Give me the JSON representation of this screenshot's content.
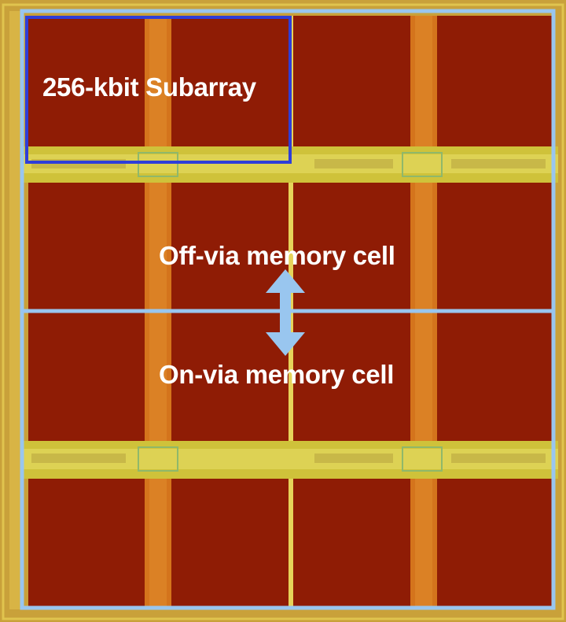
{
  "labels": {
    "subarray": "256-kbit Subarray",
    "off_via": "Off-via memory cell",
    "on_via": "On-via memory cell"
  },
  "colors": {
    "die_background": "#c9a13a",
    "memory_array": "#8f1c05",
    "strap": "#d4741c",
    "periphery_band": "#cfc23a",
    "cell_outline": "#99c6ef",
    "subarray_outline": "#2f3ed8",
    "arrow": "#99c6ef",
    "label_text": "#ffffff"
  }
}
